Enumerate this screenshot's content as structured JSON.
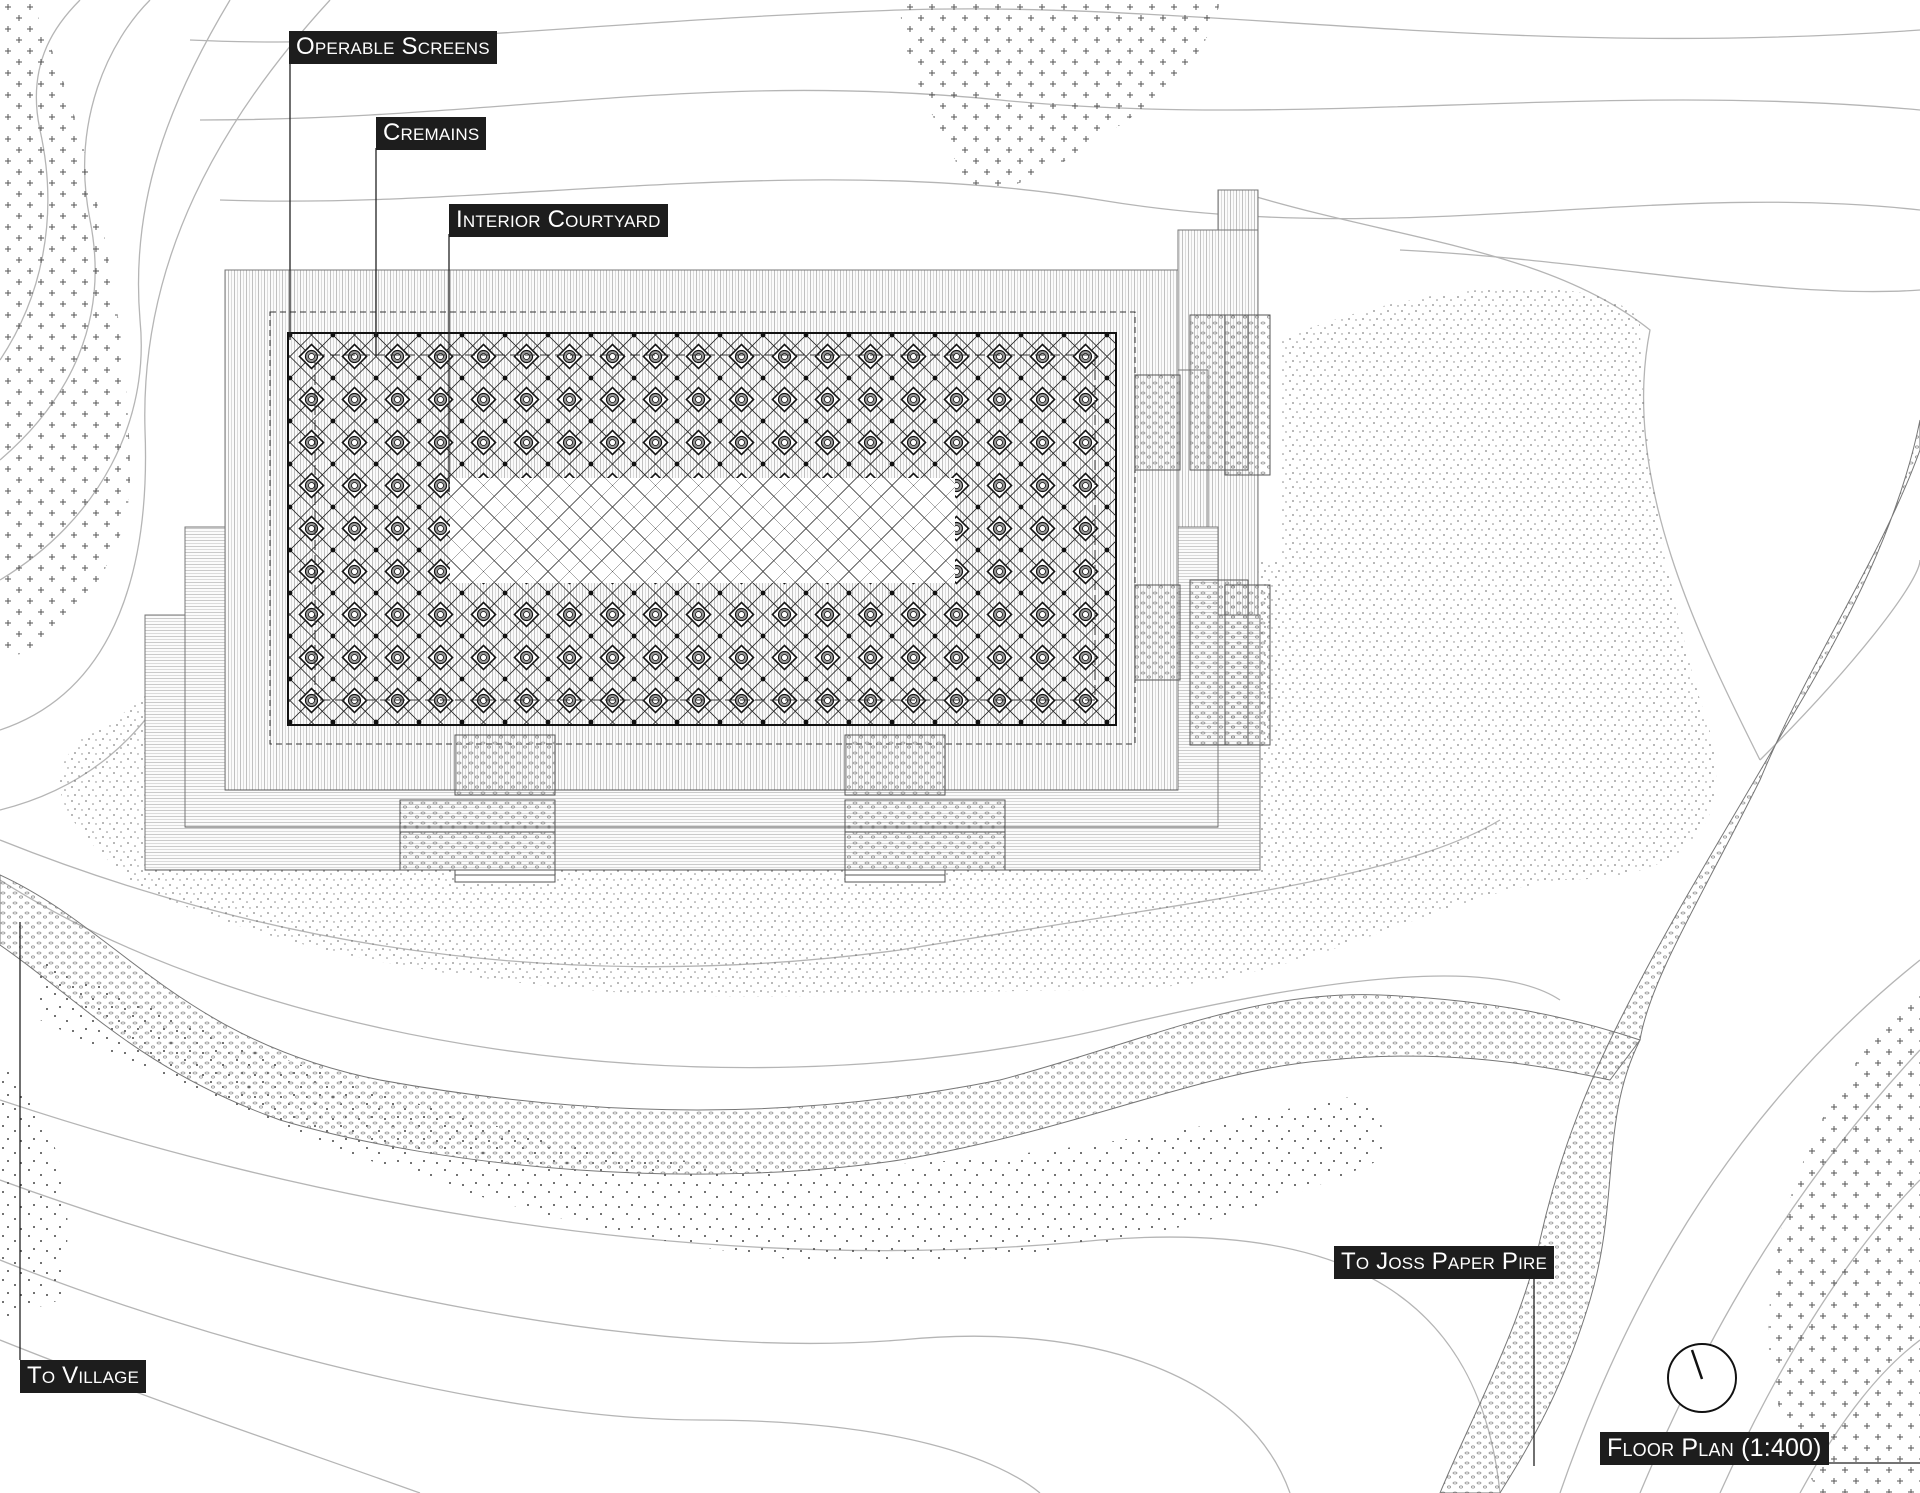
{
  "labels": {
    "operable_screens": "Operable Screens",
    "cremains": "Cremains",
    "interior_courtyard": "Interior Courtyard",
    "to_joss_paper_pire": "To Joss Paper Pire",
    "to_village": "To Village",
    "floor_plan": "Floor Plan (1:400)"
  },
  "icons": {
    "north_arrow": "north-arrow-icon"
  },
  "colors": {
    "ink": "#1d1d1d",
    "contour": "#b5b5b5",
    "hatch": "#8a8a8a",
    "stipple": "#6a6a6a",
    "background": "#ffffff"
  }
}
